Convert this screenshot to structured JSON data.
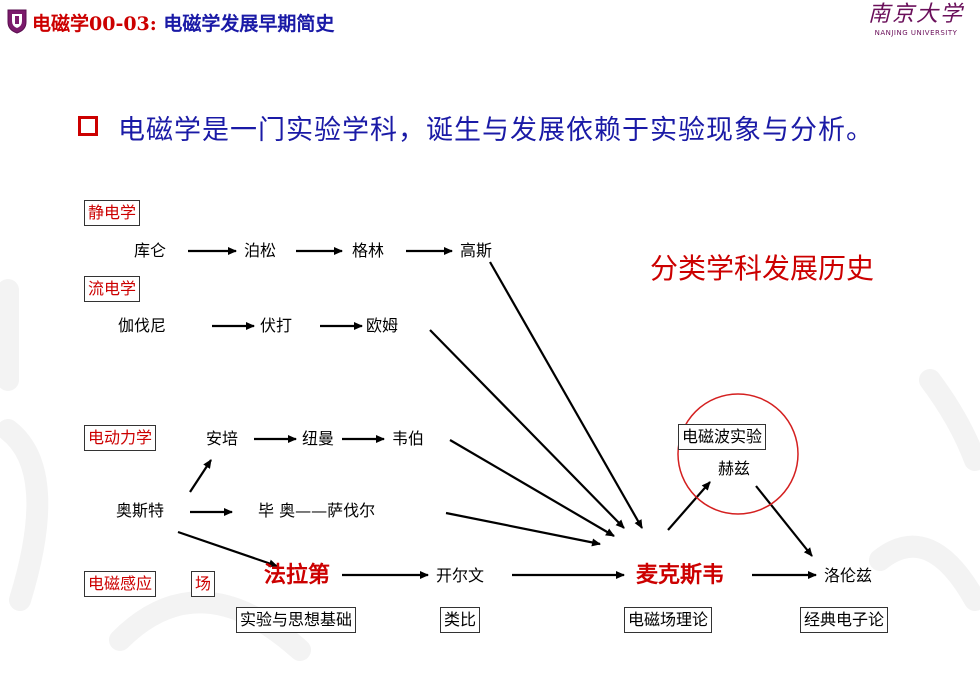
{
  "header": {
    "title_prefix": "电磁学00-03:",
    "title_rest": " 电磁学发展早期简史",
    "university_logo_text": "南京大学",
    "university_logo_subtext": "NANJING UNIVERSITY"
  },
  "bullet": {
    "text": "电磁学是一门实验学科，诞生与发展依赖于实验现象与分析。"
  },
  "diagram": {
    "category_title": "分类学科发展历史",
    "categories": {
      "electrostatics": "静电学",
      "current": "流电学",
      "electrodynamics": "电动力学",
      "induction": "电磁感应",
      "field": "场"
    },
    "people": {
      "coulomb": "库仑",
      "poisson": "泊松",
      "green": "格林",
      "gauss": "高斯",
      "galvani": "伽伐尼",
      "volta": "伏打",
      "ohm": "欧姆",
      "ampere": "安培",
      "neumann": "纽曼",
      "weber": "韦伯",
      "oersted": "奥斯特",
      "biot_savart": "毕 奥——萨伐尔",
      "faraday": "法拉第",
      "kelvin": "开尔文",
      "maxwell": "麦克斯韦",
      "lorentz": "洛伦兹",
      "hertz": "赫兹"
    },
    "notes": {
      "faraday_note": "实验与思想基础",
      "kelvin_note": "类比",
      "maxwell_note": "电磁场理论",
      "lorentz_note": "经典电子论",
      "hertz_experiment": "电磁波实验"
    },
    "colors": {
      "accent_red": "#cc0000",
      "title_blue": "#1a1aa6",
      "circle_red": "#d42020"
    }
  }
}
